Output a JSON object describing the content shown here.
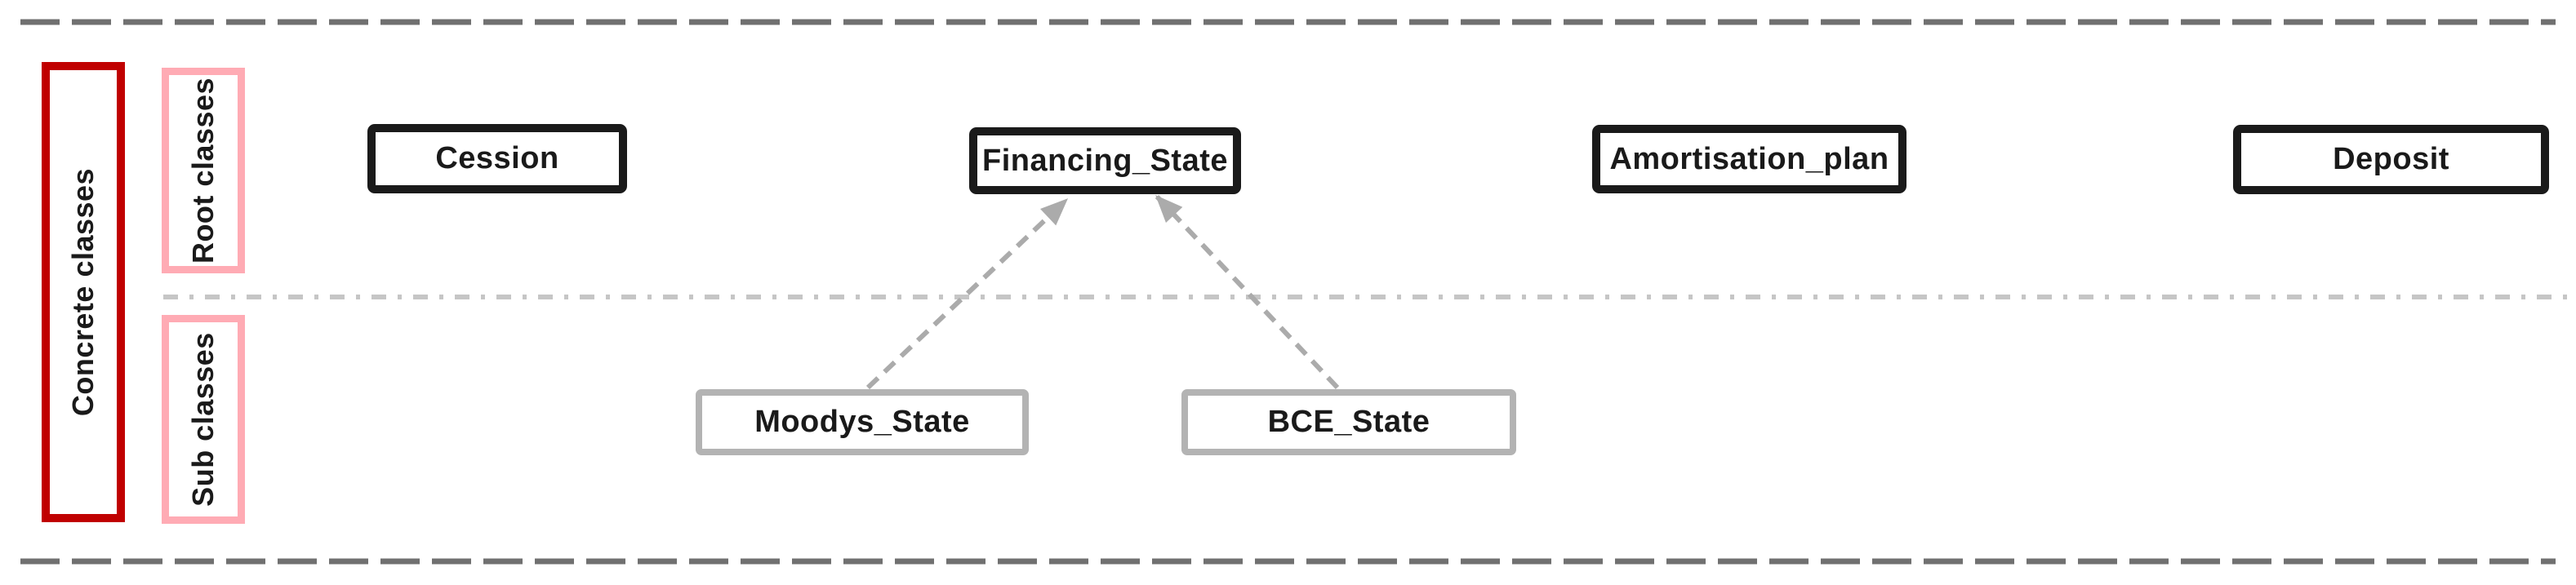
{
  "diagram": {
    "title_hint": "Concrete classes diagram with root classes and sub classes lanes",
    "legend": {
      "concrete_label": "Concrete classes",
      "root_label": "Root classes",
      "sub_label": "Sub classes"
    },
    "root_classes": [
      {
        "label": "Cession"
      },
      {
        "label": "Financing_State"
      },
      {
        "label": "Amortisation_plan"
      },
      {
        "label": "Deposit"
      }
    ],
    "sub_classes": [
      {
        "label": "Moodys_State"
      },
      {
        "label": "BCE_State"
      }
    ],
    "relations": [
      {
        "from": "Moodys_State",
        "to": "Financing_State",
        "style": "dashed-arrow"
      },
      {
        "from": "BCE_State",
        "to": "Financing_State",
        "style": "dashed-arrow"
      }
    ]
  },
  "colors": {
    "concrete-border": "#c00000",
    "group-border": "#ffabb4",
    "class-border": "#1a1a1a",
    "subclass-border": "#b3b3b3",
    "boundary-line": "#707070",
    "divider-line": "#c6c6c6",
    "arrow": "#ababab",
    "text": "#1a1a1a"
  }
}
